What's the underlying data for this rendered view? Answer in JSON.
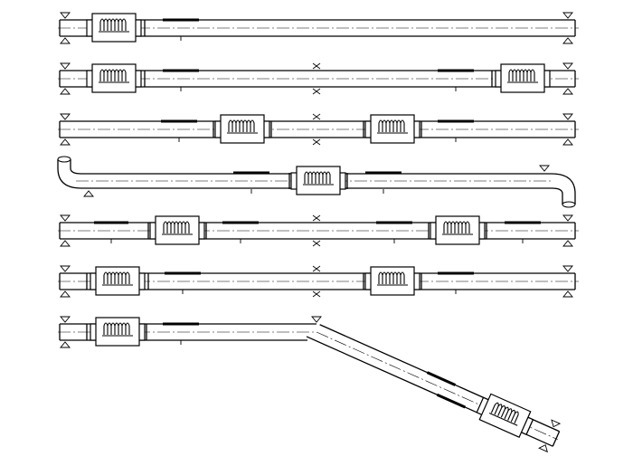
{
  "diagram": {
    "kind": "pipeline-compensation-schemes",
    "line_color": "#000000",
    "background": "#ffffff",
    "icons": {
      "fixed_support": "triangle-anchor-icon",
      "intermediate_guide": "x-cross-guide-icon",
      "expansion_joint": "bellows-compensator-icon",
      "sliding_support": "bar-support-icon"
    },
    "schemes": [
      {
        "id": "straight-one-compensator",
        "compensators": 1,
        "guides": 0
      },
      {
        "id": "straight-two-compensators-at-ends",
        "compensators": 2,
        "guides": 1
      },
      {
        "id": "straight-two-compensators-centered",
        "compensators": 2,
        "guides": 1
      },
      {
        "id": "u-bend-ends-one-compensator",
        "compensators": 1,
        "guides": 0
      },
      {
        "id": "straight-two-compensators-inner",
        "compensators": 2,
        "guides": 1
      },
      {
        "id": "straight-two-compensators-mixed",
        "compensators": 2,
        "guides": 1
      },
      {
        "id": "angled-branch-two-compensators",
        "compensators": 2,
        "guides": 0
      }
    ]
  }
}
